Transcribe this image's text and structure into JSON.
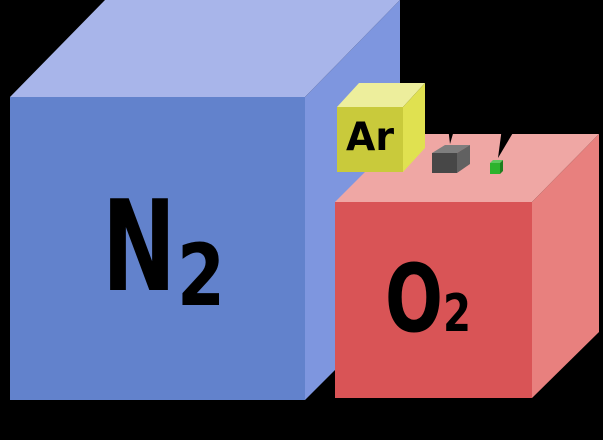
{
  "colors": {
    "background": "#000000",
    "label": "#000000",
    "arrow": "#000000"
  },
  "cubes": {
    "nitrogen": {
      "symbol": "N",
      "subscript": "2",
      "front_color": "#6282CC",
      "top_color": "#A8B5EA",
      "side_color": "#7E96DF"
    },
    "oxygen": {
      "symbol": "O",
      "subscript": "2",
      "front_color": "#D95456",
      "top_color": "#EFA7A4",
      "side_color": "#E8807E"
    },
    "argon": {
      "symbol": "Ar",
      "front_color": "#C9CA3B",
      "top_color": "#EDEE9C",
      "side_color": "#E0E150"
    },
    "gray_trace": {
      "front_color": "#474747",
      "top_color": "#7E7E7E",
      "side_color": "#616161"
    },
    "green_trace": {
      "front_color": "#2DB32D",
      "top_color": "#5DC85D",
      "side_color": "#1E7E1E"
    }
  }
}
